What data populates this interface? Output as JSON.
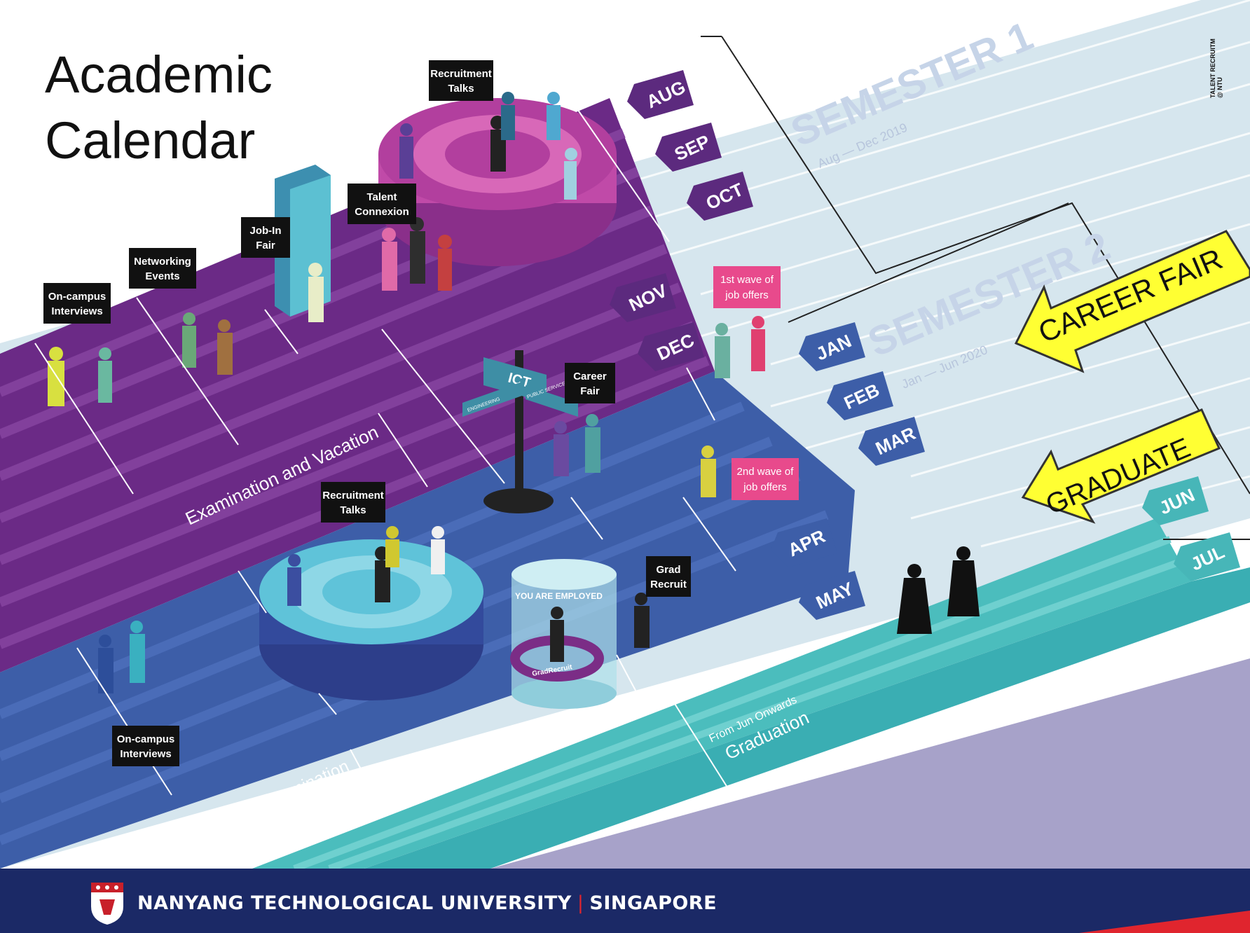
{
  "title": {
    "line1": "Academic",
    "line2": "Calendar"
  },
  "semester1": {
    "label": "SEMESTER 1",
    "dates": "Aug — Dec 2019"
  },
  "semester2": {
    "label": "SEMESTER 2",
    "dates": "Jan — Jun 2020"
  },
  "months": [
    "AUG",
    "SEP",
    "OCT",
    "NOV",
    "DEC",
    "JAN",
    "FEB",
    "MAR",
    "APR",
    "MAY",
    "JUN",
    "JUL"
  ],
  "callouts": {
    "career_fair": "CAREER FAIR",
    "graduate": "GRADUATE"
  },
  "activities": {
    "recruitment_talks_1": [
      "Recruitment",
      "Talks"
    ],
    "recruitment_talks_2": [
      "Recruitment",
      "Talks"
    ],
    "talent_connexion": [
      "Talent",
      "Connexion"
    ],
    "job_in_fair": [
      "Job-In",
      "Fair"
    ],
    "networking_events": [
      "Networking",
      "Events"
    ],
    "on_campus_interviews_1": [
      "On-campus",
      "Interviews"
    ],
    "on_campus_interviews_2": [
      "On-campus",
      "Interviews"
    ],
    "career_fair_small": [
      "Career",
      "Fair"
    ],
    "grad_recruit": [
      "Grad",
      "Recruit"
    ],
    "first_wave": [
      "1st wave of",
      "job offers"
    ],
    "second_wave": [
      "2nd wave of",
      "job offers"
    ]
  },
  "signpost": {
    "main": "ICT",
    "left": "ENGINEERING",
    "right": "PUBLIC SERVICE"
  },
  "employed_sign": "YOU ARE EMPLOYED",
  "gradrecruit_logo": "GradRecruit",
  "band_labels": {
    "exam_vacation_1": "Examination and Vacation",
    "exam_vacation_2": [
      "Examination",
      "and Vacation"
    ],
    "from_jun": "From Jun Onwards",
    "graduation": "Graduation"
  },
  "side_credit": [
    "TALENT RECRUITM",
    "@ NTU"
  ],
  "footer": {
    "university": "NANYANG TECHNOLOGICAL UNIVERSITY",
    "country": "SINGAPORE"
  },
  "colors": {
    "purple": "#6b2a86",
    "blue": "#3d5ea8",
    "teal": "#4bbdbd",
    "pale": "#d7e7ee",
    "lavender": "#a5a0c8",
    "footer": "#1b2966",
    "arrow_yellow": "#ffff33"
  }
}
